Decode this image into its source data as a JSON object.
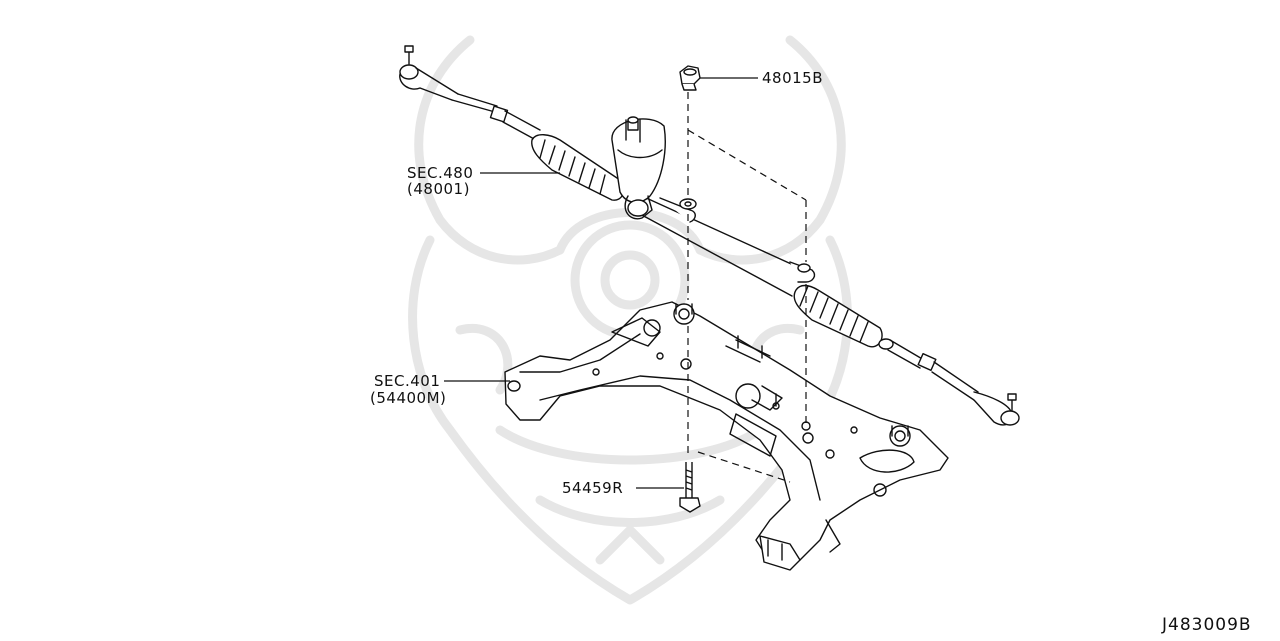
{
  "diagram": {
    "colors": {
      "line": "#111111",
      "watermark": "#e6e6e6",
      "background": "#ffffff"
    },
    "watermark": "samurai-helmet-logo",
    "callouts": {
      "nut": "48015B",
      "steering_gear": "SEC.480",
      "steering_gear_sub": "(48001)",
      "crossmember": "SEC.401",
      "crossmember_sub": "(54400M)",
      "bolt": "54459R"
    },
    "diagram_id": "J483009B"
  }
}
